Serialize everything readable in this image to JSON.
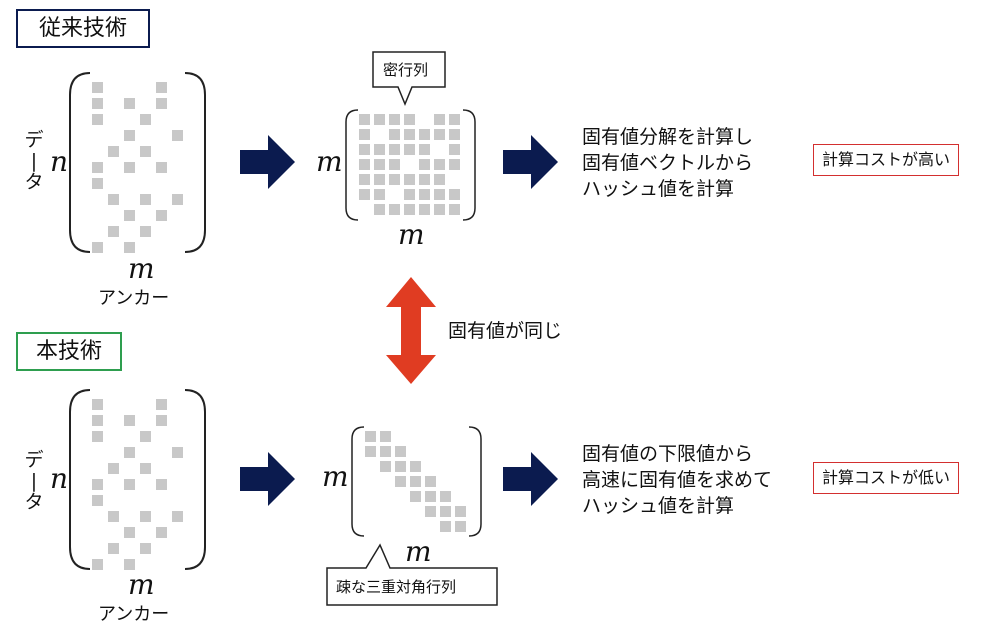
{
  "colors": {
    "navy": "#0b1b4f",
    "red": "#d32f2f",
    "green": "#2e9e4f",
    "gray": "#c8c8c8",
    "orange": "#e03c22"
  },
  "conventional": {
    "title": "従来技術",
    "data_label": "データ",
    "n": "n",
    "m_bottom": "m",
    "anchor_label": "アンカー",
    "m_left": "m",
    "m_under": "m",
    "callout": "密行列",
    "description": [
      "固有値分解を計算し",
      "固有値ベクトルから",
      "ハッシュ値を計算"
    ],
    "cost": "計算コストが高い"
  },
  "same_eigen": "固有値が同じ",
  "proposed": {
    "title": "本技術",
    "data_label": "データ",
    "n": "n",
    "m_bottom": "m",
    "anchor_label": "アンカー",
    "m_left": "m",
    "m_under": "m",
    "callout": "疎な三重対角行列",
    "description": [
      "固有値の下限値から",
      "高速に固有値を求めて",
      "ハッシュ値を計算"
    ],
    "cost": "計算コストが低い"
  }
}
